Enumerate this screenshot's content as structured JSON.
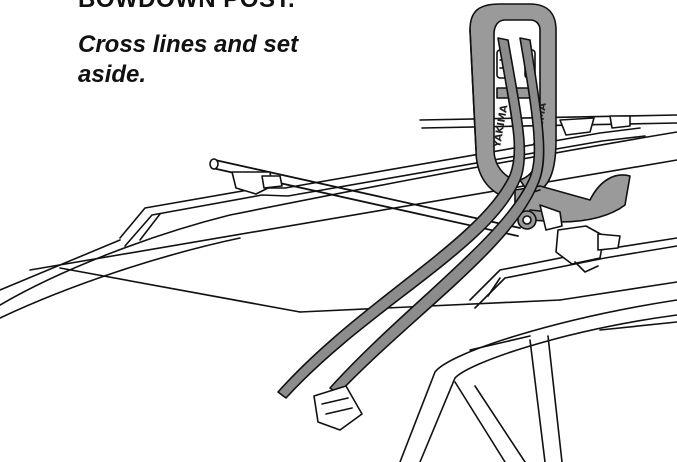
{
  "heading_partial": "BOWDOWN POST.",
  "instruction": {
    "line1": "Cross lines and set",
    "line2": "aside."
  },
  "brand_text": "YAKIMA",
  "colors": {
    "ink": "#111111",
    "carrier_gray": "#9a9a9a",
    "strap_gray": "#8c8c8c",
    "background": "#ffffff"
  }
}
